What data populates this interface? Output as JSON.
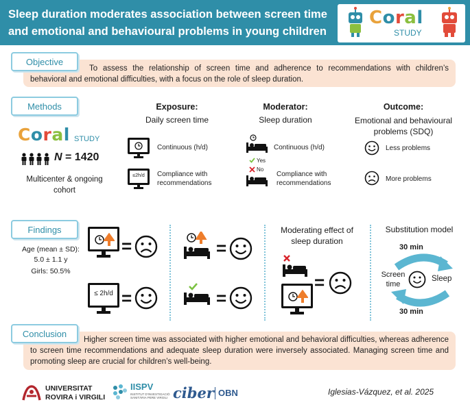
{
  "header": {
    "title": "Sleep duration moderates association between screen time and emotional and behavioural problems in young children",
    "logo": {
      "coral": [
        "C",
        "o",
        "r",
        "a",
        "l"
      ],
      "study": "STUDY"
    }
  },
  "objective": {
    "tab": "Objective",
    "text": "To assess the relationship of screen time and adherence to recommendations with children’s behavioral and emotional difficulties, with a focus on the role of sleep duration."
  },
  "methods": {
    "tab": "Methods",
    "logo": {
      "coral": [
        "C",
        "o",
        "r",
        "a",
        "l"
      ],
      "study": "STUDY"
    },
    "n_label": "N",
    "n_value": "= 1420",
    "cohort": "Multicenter & ongoing cohort",
    "exposure": {
      "title": "Exposure:",
      "subtitle": "Daily screen time",
      "item1": "Continuous (h/d)",
      "item2": "Compliance with recommendations",
      "badge": "≤2h/d"
    },
    "moderator": {
      "title": "Moderator:",
      "subtitle": "Sleep duration",
      "item1": "Continuous (h/d)",
      "yes": "Yes",
      "no": "No",
      "item2": "Compliance with recommendations"
    },
    "outcome": {
      "title": "Outcome:",
      "subtitle": "Emotional and behavioural problems (SDQ)",
      "less": "Less problems",
      "more": "More problems"
    }
  },
  "findings": {
    "tab": "Findings",
    "age_label": "Age (mean ± SD):",
    "age_value": "5.0 ± 1.1 y",
    "girls": "Girls: 50.5%",
    "badge": "≤ 2h/d",
    "equals": "=",
    "moderating_title": "Moderating effect of sleep duration",
    "substitution_title": "Substitution model",
    "sub_top": "30 min",
    "sub_bottom": "30 min",
    "sub_left": "Screen time",
    "sub_right": "Sleep"
  },
  "conclusion": {
    "tab": "Conclusion",
    "text": "Higher screen time was associated with higher emotional and behavioral difficulties, whereas adherence to screen time recommendations and adequate sleep duration were inversely associated. Managing screen time and promoting sleep are crucial for children’s well-being."
  },
  "footer": {
    "urv_line1": "UNIVERSITAT",
    "urv_line2": "ROVIRA i VIRGILI",
    "iispv": "IISPV",
    "iispv_small": "INSTITUT D'INVESTIGACIÓ SANITÀRIA PERE VIRGILI",
    "ciber": "ciber",
    "obn": "OBN",
    "citation": "Iglesias-Vázquez, et al. 2025"
  },
  "colors": {
    "header": "#2f8ea8",
    "peach": "#fbe3d3",
    "tab_border": "#8ccbe0",
    "arrow_orange": "#ee7d2b",
    "check_green": "#7cc242",
    "cross_red": "#d8232a",
    "cycle_blue": "#5bb6d1"
  }
}
